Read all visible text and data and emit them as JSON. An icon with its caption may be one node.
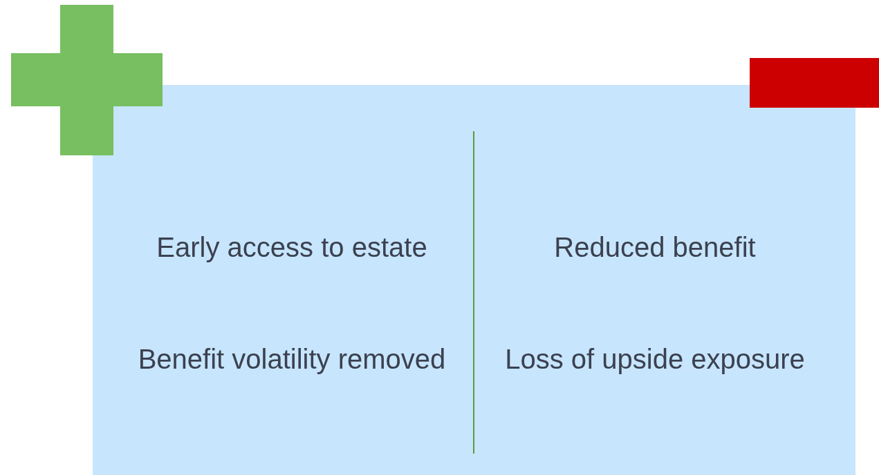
{
  "diagram": {
    "nodes": [
      {
        "text": [
          "Early access to estate",
          "Reduced benefit",
          "Benefit volatility removed",
          "Loss of upside exposure"
        ]
      }
    ]
  }
}
